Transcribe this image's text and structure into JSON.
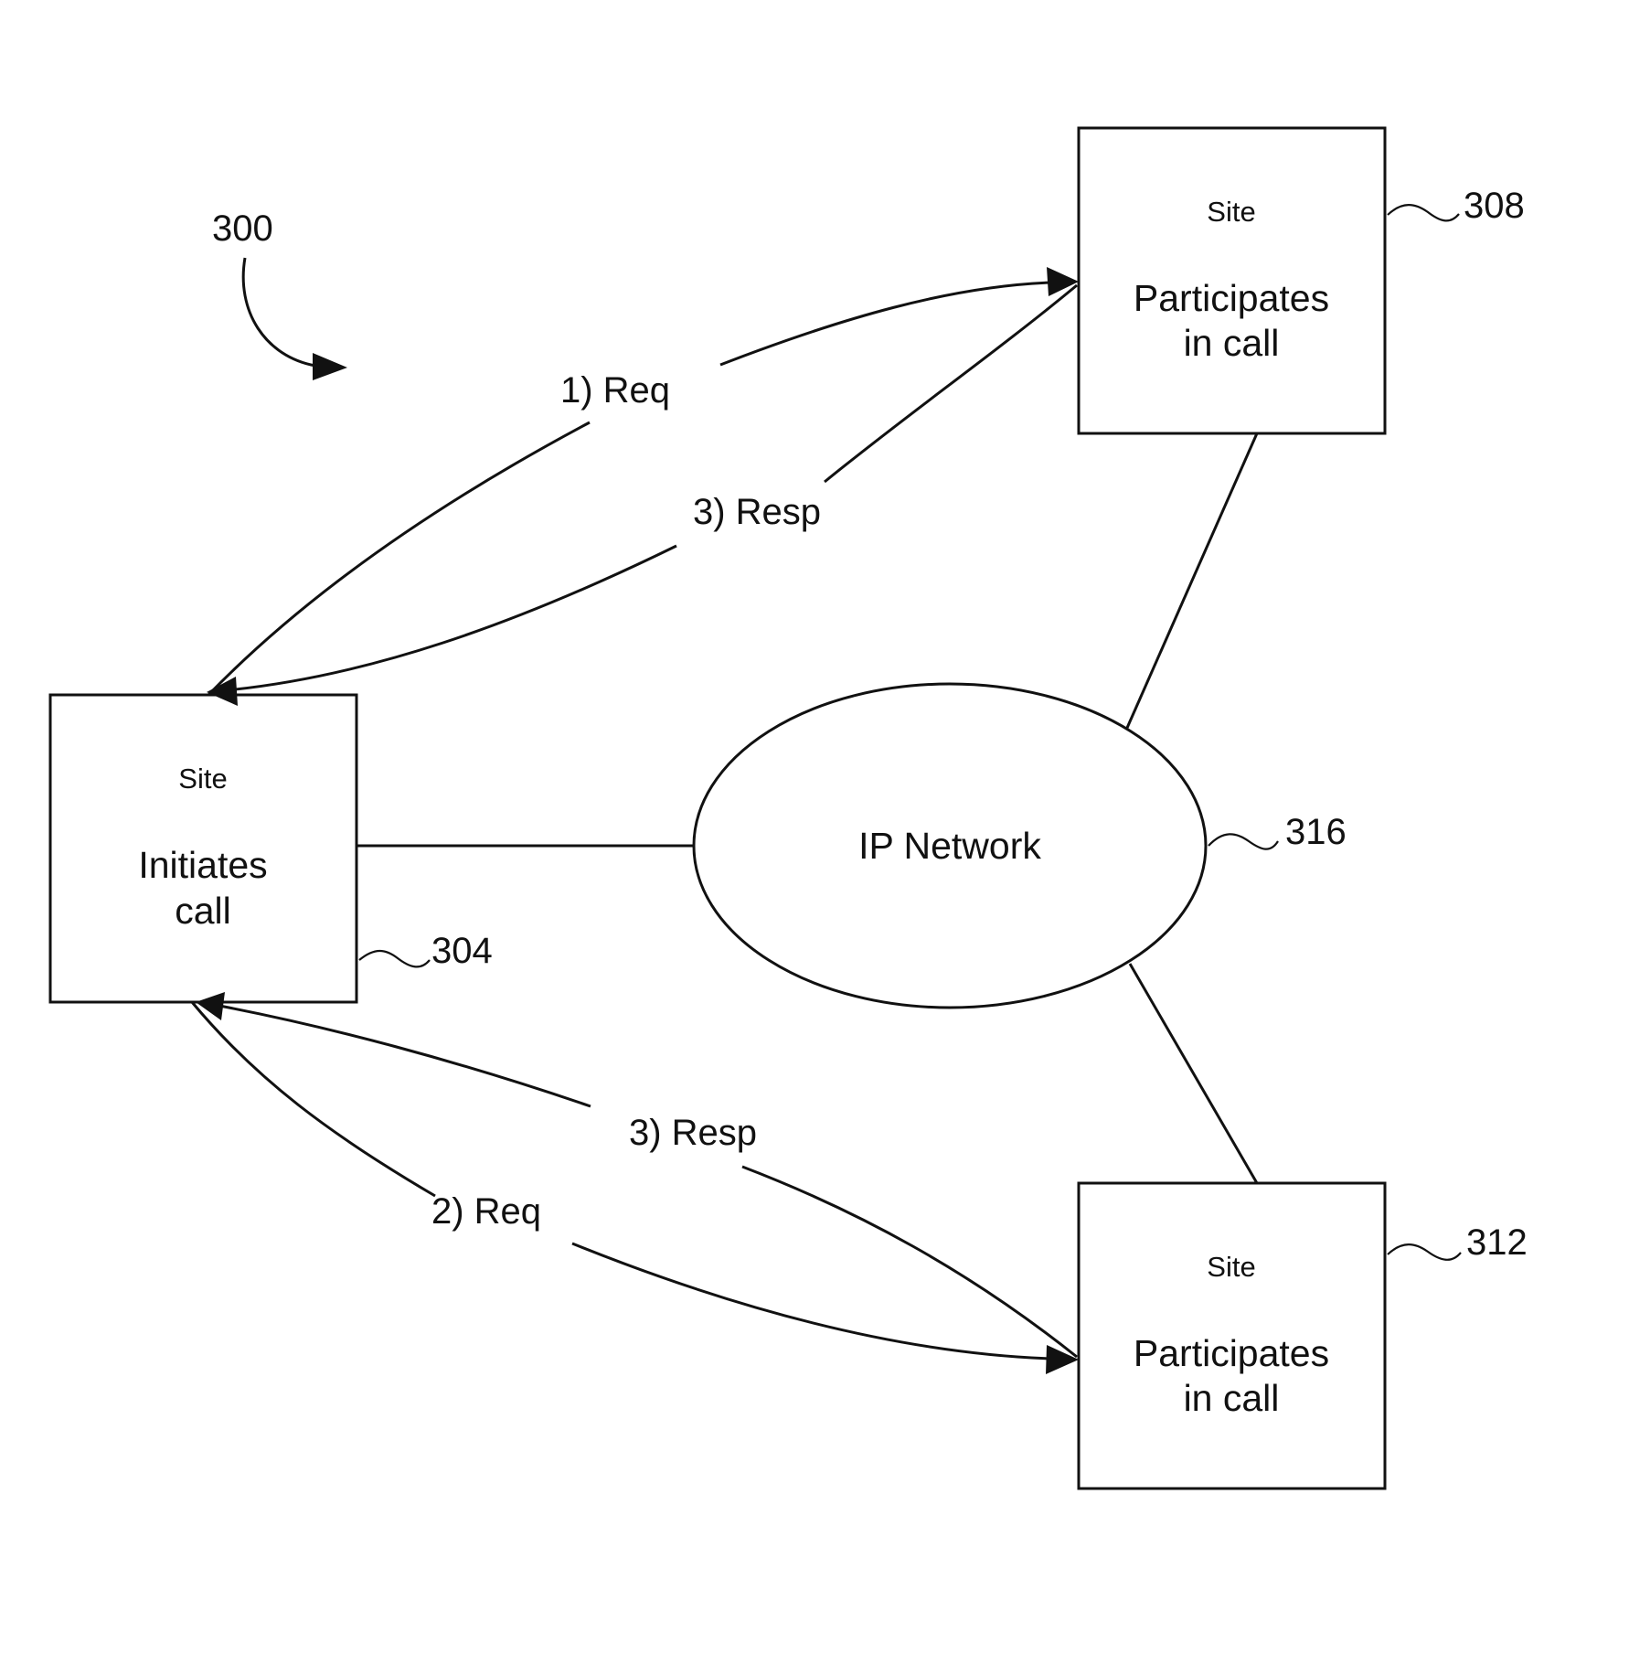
{
  "figure": {
    "ref": "300"
  },
  "network": {
    "label": "IP Network",
    "ref": "316"
  },
  "sites": {
    "initiator": {
      "heading": "Site",
      "line1": "Initiates",
      "line2": "call",
      "ref": "304"
    },
    "top": {
      "heading": "Site",
      "line1": "Participates",
      "line2": "in call",
      "ref": "308"
    },
    "bottom": {
      "heading": "Site",
      "line1": "Participates",
      "line2": "in call",
      "ref": "312"
    }
  },
  "messages": {
    "req_top": "1) Req",
    "resp_top": "3) Resp",
    "req_bottom": "2) Req",
    "resp_bottom": "3) Resp"
  }
}
